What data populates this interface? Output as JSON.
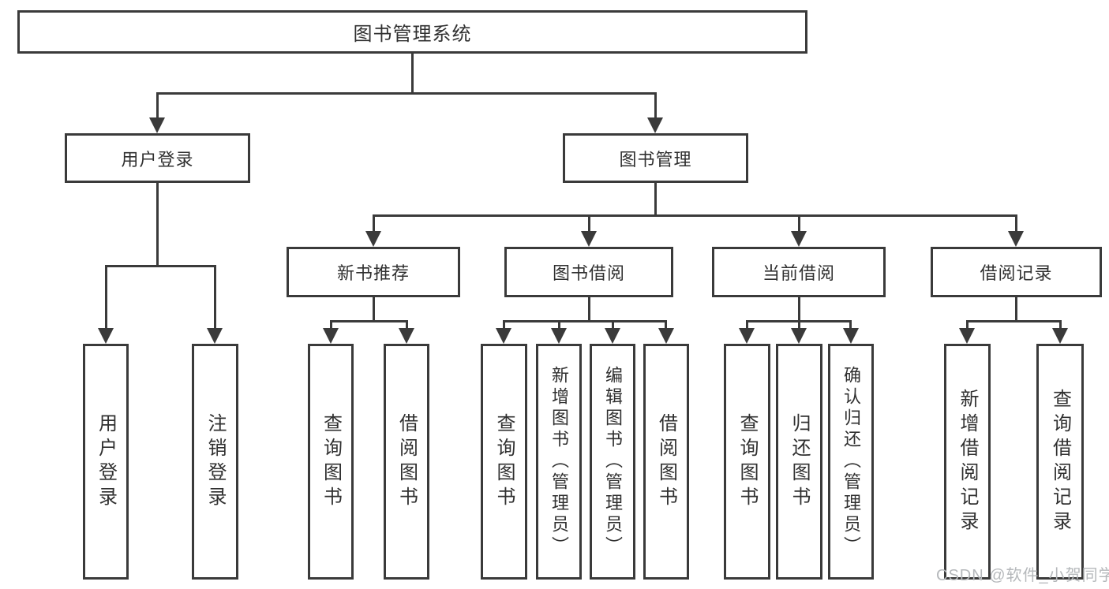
{
  "nodes": {
    "root": "图书管理系统",
    "level2": {
      "user_login": "用户登录",
      "book_management": "图书管理"
    },
    "level3": {
      "new_book_recommend": "新书推荐",
      "book_borrow": "图书借阅",
      "current_borrow": "当前借阅",
      "borrow_records": "借阅记录"
    },
    "leaves": {
      "user": [
        "用户登录",
        "注销登录"
      ],
      "recommend": [
        "查询图书",
        "借阅图书"
      ],
      "borrow": [
        "查询图书",
        "新增图书（管理员）",
        "编辑图书（管理员）",
        "借阅图书"
      ],
      "current": [
        "查询图书",
        "归还图书",
        "确认归还（管理员）"
      ],
      "records": [
        "新增借阅记录",
        "查询借阅记录"
      ]
    }
  },
  "colors": {
    "line": "#3a3a3a",
    "text": "#303030",
    "background": "#ffffff",
    "watermark": "#b5b8bb"
  },
  "watermark": "CSDN @软件_小贺同学"
}
